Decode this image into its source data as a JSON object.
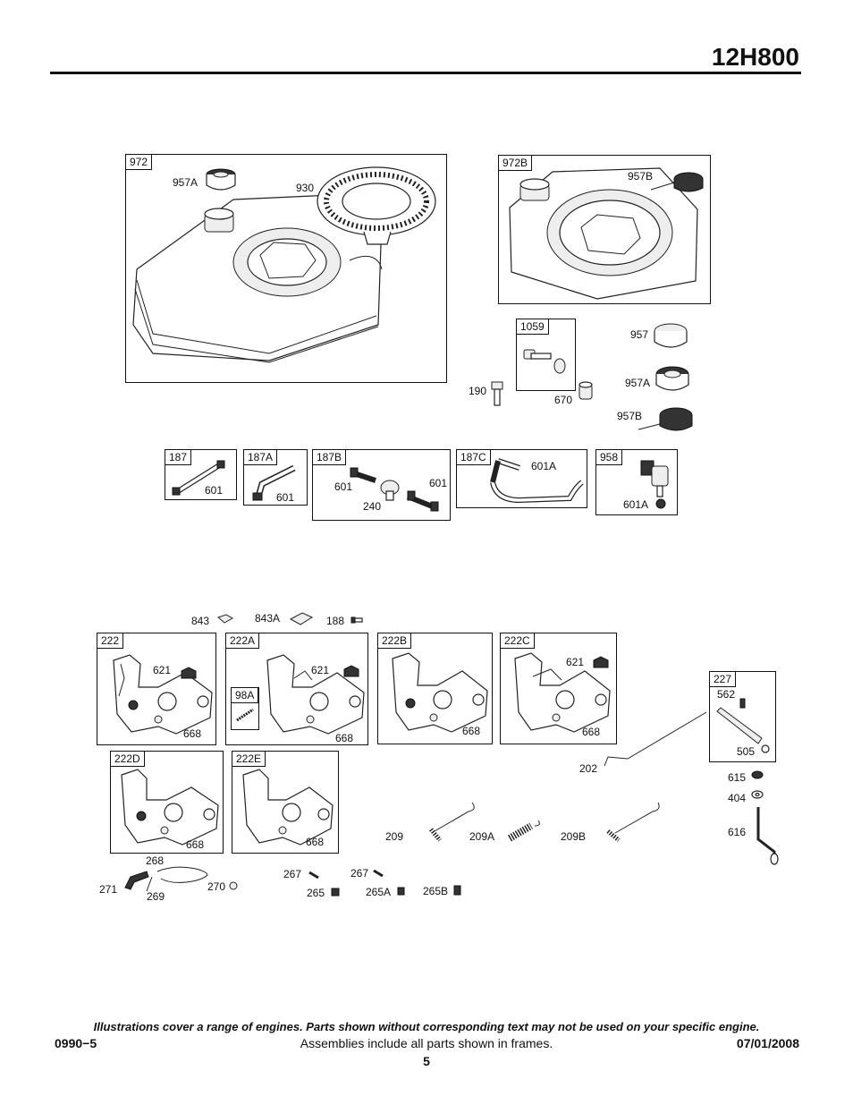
{
  "header": {
    "model": "12H800"
  },
  "frames": {
    "f972": "972",
    "f972B": "972B",
    "f1059": "1059",
    "f187": "187",
    "f187A": "187A",
    "f187B": "187B",
    "f187C": "187C",
    "f958": "958",
    "f222": "222",
    "f222A": "222A",
    "f98A": "98A",
    "f222B": "222B",
    "f222C": "222C",
    "f222D": "222D",
    "f222E": "222E",
    "f227": "227"
  },
  "parts": {
    "p957A_1": "957A",
    "p930": "930",
    "p957B_1": "957B",
    "p957": "957",
    "p957A_2": "957A",
    "p957B_2": "957B",
    "p190": "190",
    "p670": "670",
    "p601_187": "601",
    "p601_187A": "601",
    "p601_187B_a": "601",
    "p601_187B_b": "601",
    "p240": "240",
    "p601A_187C": "601A",
    "p601A_958": "601A",
    "p843": "843",
    "p843A": "843A",
    "p188": "188",
    "p621_222": "621",
    "p668_222": "668",
    "p621_222A": "621",
    "p668_222A": "668",
    "p668_222B": "668",
    "p621_222C": "621",
    "p668_222C": "668",
    "p562": "562",
    "p505": "505",
    "p202": "202",
    "p615": "615",
    "p404": "404",
    "p616": "616",
    "p668_222D": "668",
    "p668_222E": "668",
    "p209": "209",
    "p209A": "209A",
    "p209B": "209B",
    "p268": "268",
    "p271": "271",
    "p269": "269",
    "p270": "270",
    "p267_a": "267",
    "p267_b": "267",
    "p265": "265",
    "p265A": "265A",
    "p265B": "265B"
  },
  "footer": {
    "note": "Illustrations cover a range of engines. Parts shown without corresponding text may not be used on your specific engine.",
    "left": "0990−5",
    "center": "Assemblies include all parts shown in frames.",
    "right": "07/01/2008",
    "page": "5"
  }
}
